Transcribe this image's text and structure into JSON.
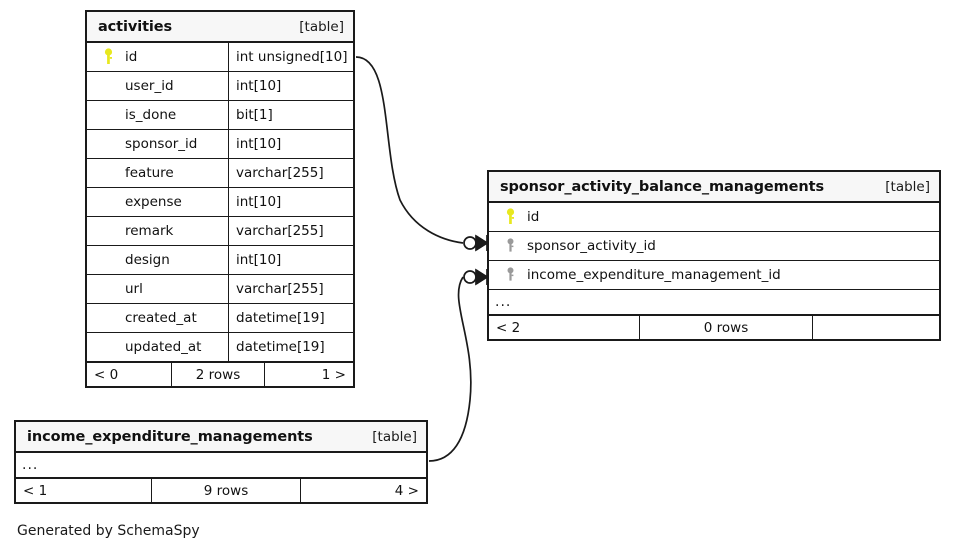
{
  "diagram": {
    "tool_credit": "Generated by SchemaSpy",
    "table_tag": "[table]",
    "ellipsis": "..."
  },
  "colors": {
    "primary_key": "#e8e81e",
    "foreign_key": "#9a9a9a",
    "border": "#1a1a1a",
    "header_bg": "#f7f7f7",
    "background": "#ffffff"
  },
  "tables": [
    {
      "id": "activities",
      "name": "activities",
      "tag": "[table]",
      "columns": [
        {
          "name": "id",
          "type": "int unsigned[10]",
          "key": "primary"
        },
        {
          "name": "user_id",
          "type": "int[10]",
          "key": "none"
        },
        {
          "name": "is_done",
          "type": "bit[1]",
          "key": "none"
        },
        {
          "name": "sponsor_id",
          "type": "int[10]",
          "key": "none"
        },
        {
          "name": "feature",
          "type": "varchar[255]",
          "key": "none"
        },
        {
          "name": "expense",
          "type": "int[10]",
          "key": "none"
        },
        {
          "name": "remark",
          "type": "varchar[255]",
          "key": "none"
        },
        {
          "name": "design",
          "type": "int[10]",
          "key": "none"
        },
        {
          "name": "url",
          "type": "varchar[255]",
          "key": "none"
        },
        {
          "name": "created_at",
          "type": "datetime[19]",
          "key": "none"
        },
        {
          "name": "updated_at",
          "type": "datetime[19]",
          "key": "none"
        }
      ],
      "footer": {
        "left": "< 0",
        "middle": "2 rows",
        "right": "1 >"
      }
    },
    {
      "id": "sponsor_activity_balance_managements",
      "name": "sponsor_activity_balance_managements",
      "tag": "[table]",
      "columns": [
        {
          "name": "id",
          "type": "",
          "key": "primary"
        },
        {
          "name": "sponsor_activity_id",
          "type": "",
          "key": "foreign"
        },
        {
          "name": "income_expenditure_management_id",
          "type": "",
          "key": "foreign"
        }
      ],
      "has_ellipsis_row": true,
      "footer": {
        "left": "< 2",
        "middle": "0 rows",
        "right": ""
      }
    },
    {
      "id": "income_expenditure_managements",
      "name": "income_expenditure_managements",
      "tag": "[table]",
      "columns": [],
      "has_ellipsis_row": true,
      "footer": {
        "left": "< 1",
        "middle": "9 rows",
        "right": "4 >"
      }
    }
  ],
  "relationships": [
    {
      "from_table": "activities",
      "from_column": "id",
      "to_table": "sponsor_activity_balance_managements",
      "to_column": "sponsor_activity_id",
      "notation": "zero-or-one-to-many"
    },
    {
      "from_table": "income_expenditure_managements",
      "to_table": "sponsor_activity_balance_managements",
      "to_column": "income_expenditure_management_id",
      "notation": "zero-or-one-to-many"
    }
  ]
}
